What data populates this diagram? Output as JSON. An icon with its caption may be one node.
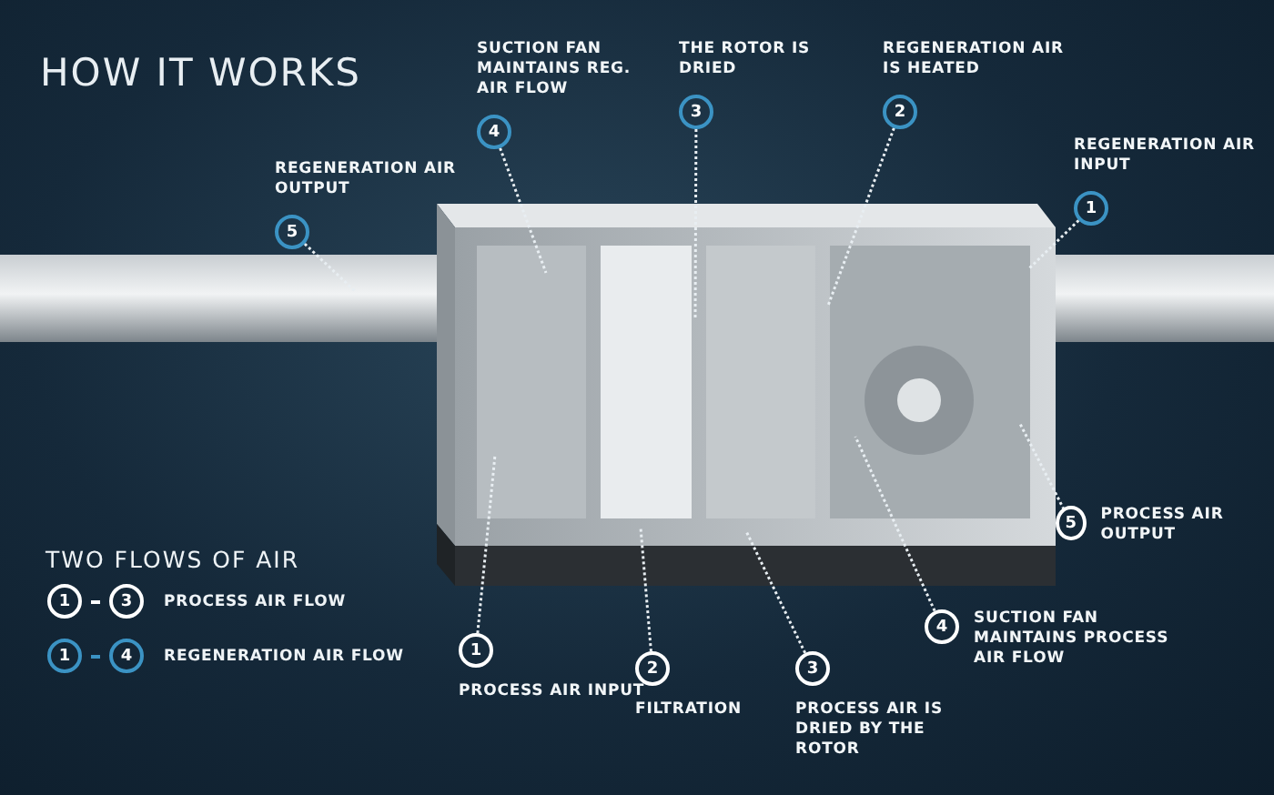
{
  "diagram": {
    "title": "HOW IT WORKS",
    "nodes": [
      {
        "text": [
          "SUCTION FAN MAINTAINS REG. AIR FLOW",
          "4"
        ]
      },
      {
        "text": [
          "THE ROTOR IS DRIED",
          "3"
        ]
      },
      {
        "text": [
          "REGENERATION AIR IS HEATED",
          "2"
        ]
      },
      {
        "text": [
          "REGENERATION AIR OUTPUT",
          "5"
        ]
      },
      {
        "text": [
          "REGENERATION AIR INPUT",
          "1"
        ]
      },
      {
        "text": [
          "5",
          "PROCESS AIR OUTPUT"
        ]
      },
      {
        "text": [
          "4",
          "SUCTION FAN MAINTAINS PROCESS AIR FLOW"
        ]
      },
      {
        "text": [
          "1",
          "PROCESS AIR INPUT"
        ]
      },
      {
        "text": [
          "2",
          "FILTRATION"
        ]
      },
      {
        "text": [
          "3",
          "PROCESS AIR IS DRIED BY THE ROTOR"
        ]
      }
    ],
    "edges": [
      {
        "from": 0,
        "to": null,
        "arrow": "none",
        "style": "dashed"
      },
      {
        "from": 1,
        "to": null,
        "arrow": "none",
        "style": "dashed"
      },
      {
        "from": 2,
        "to": null,
        "arrow": "none",
        "style": "dashed"
      },
      {
        "from": 3,
        "to": null,
        "arrow": "none",
        "style": "dashed"
      },
      {
        "from": 4,
        "to": null,
        "arrow": "none",
        "style": "dashed"
      },
      {
        "from": 5,
        "to": null,
        "arrow": "none",
        "style": "dashed"
      },
      {
        "from": 6,
        "to": null,
        "arrow": "none",
        "style": "dashed"
      },
      {
        "from": 7,
        "to": null,
        "arrow": "none",
        "style": "dashed"
      },
      {
        "from": 8,
        "to": null,
        "arrow": "none",
        "style": "dashed"
      },
      {
        "from": 9,
        "to": null,
        "arrow": "none",
        "style": "dashed"
      }
    ],
    "labels": [
      "TWO FLOWS OF AIR",
      "1",
      "3",
      "1",
      "4"
    ],
    "legend": [
      {
        "text": "PROCESS AIR FLOW",
        "color": "#ffffff"
      },
      {
        "text": "REGENERATION AIR FLOW",
        "color": "#3b93c4"
      }
    ]
  }
}
